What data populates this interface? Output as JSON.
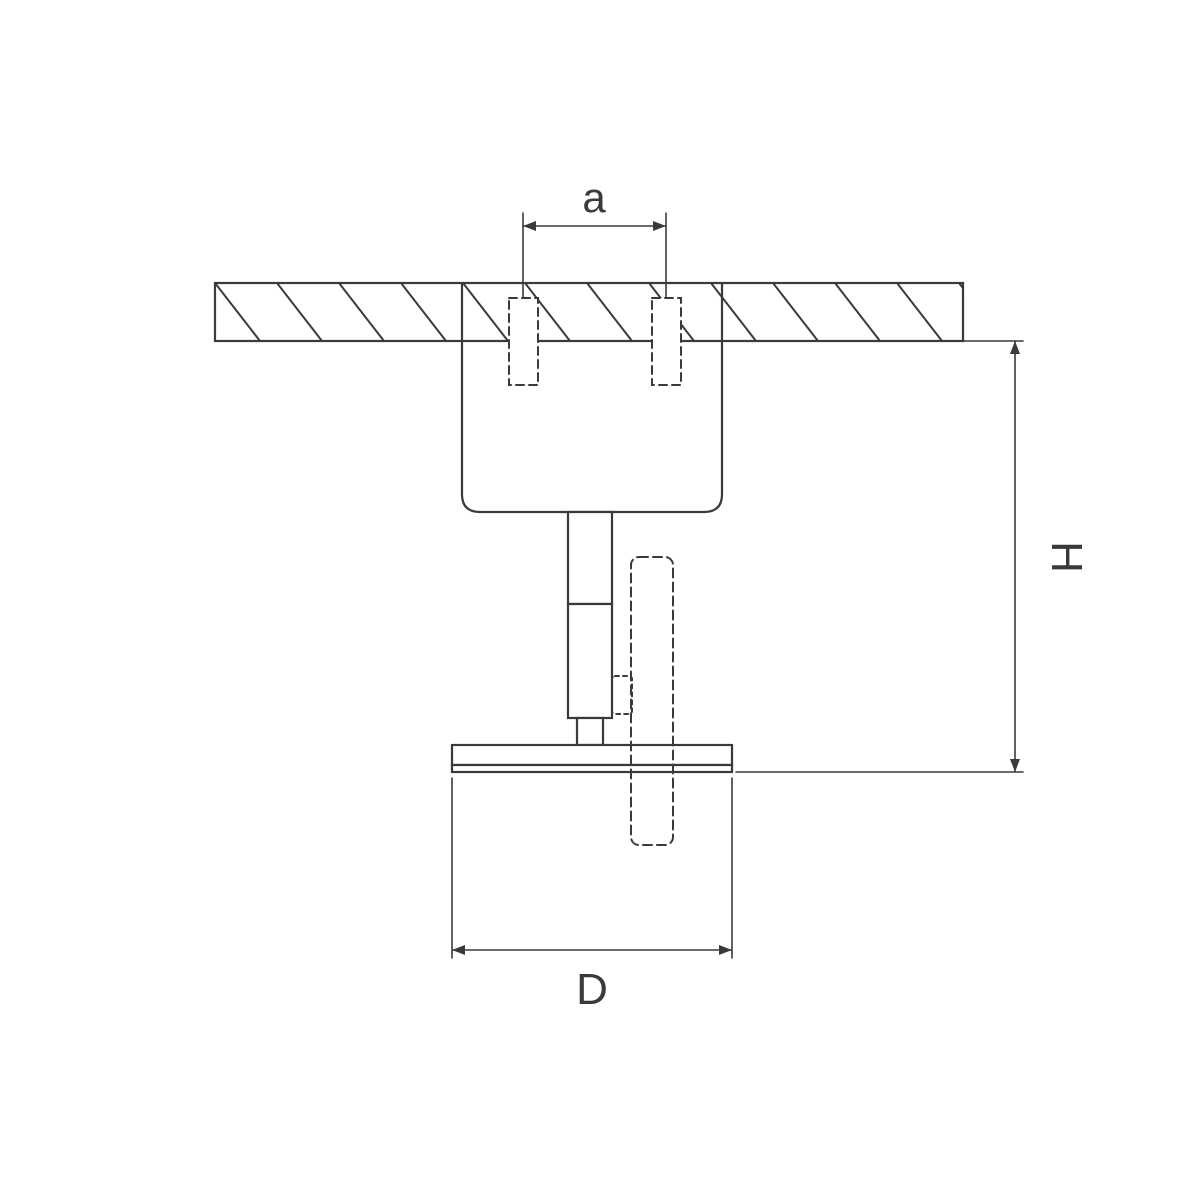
{
  "diagram": {
    "type": "technical-dimension-drawing",
    "subject": "ceiling-mounted-spotlight-section",
    "line_color": "#3a3a3a",
    "background_color": "#ffffff",
    "labels": {
      "mount_spacing": "a",
      "height": "H",
      "diameter": "D"
    }
  }
}
